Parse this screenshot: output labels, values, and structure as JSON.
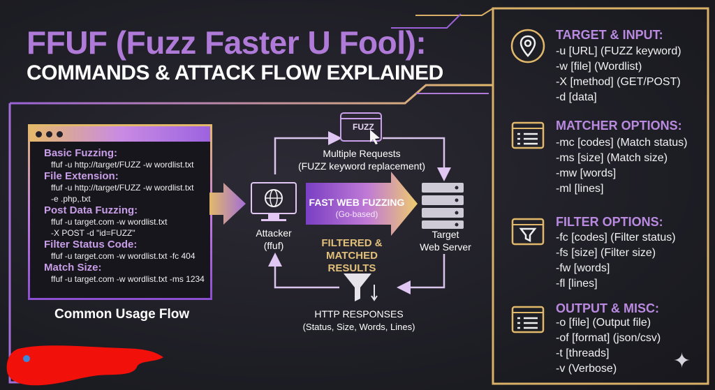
{
  "title": {
    "line1": "FFUF (Fuzz Faster U Fool):",
    "line2": "COMMANDS & ATTACK FLOW EXPLAINED"
  },
  "terminal": {
    "sections": [
      {
        "label": "Basic Fuzzing:",
        "commands": [
          "ffuf -u http://target/FUZZ -w wordlist.txt"
        ]
      },
      {
        "label": "File Extension:",
        "commands": [
          "ffuf -u http://target/FUZZ -w wordlist.txt",
          "-e .php,.txt"
        ]
      },
      {
        "label": "Post Data Fuzzing:",
        "commands": [
          "ffuf -u target.com -w wordlist.txt",
          "-X POST -d \"id=FUZZ\""
        ]
      },
      {
        "label": "Filter Status Code:",
        "commands": [
          "ffuf -u target.com -w wordlist.txt -fc 404"
        ]
      },
      {
        "label": "Match Size:",
        "commands": [
          "ffuf -u target.com -w wordlist.txt -ms 1234"
        ]
      }
    ],
    "caption": "Common Usage Flow"
  },
  "flow": {
    "fuzz_badge": "FUZZ",
    "requests_line1": "Multiple Requests",
    "requests_line2": "(FUZZ keyword replacement)",
    "attacker_line1": "Attacker",
    "attacker_line2": "(ffuf)",
    "fast_line1": "FAST WEB FUZZING",
    "fast_line2": "(Go-based)",
    "target_line1": "Target",
    "target_line2": "Web Server",
    "filtered_line1": "FILTERED &",
    "filtered_line2": "MATCHED RESULTS",
    "responses_line1": "HTTP RESPONSES",
    "responses_line2": "(Status, Size, Words, Lines)"
  },
  "options": [
    {
      "title": "TARGET & INPUT:",
      "icon": "location-pin-icon",
      "lines": [
        "-u [URL] (FUZZ keyword)",
        "-w [file] (Wordlist)",
        "-X [method] (GET/POST)",
        "-d [data]"
      ]
    },
    {
      "title": "MATCHER OPTIONS:",
      "icon": "checklist-icon",
      "lines": [
        "-mc [codes] (Match status)",
        "-ms [size] (Match size)",
        "-mw [words]",
        "-ml [lines]"
      ]
    },
    {
      "title": "FILTER OPTIONS:",
      "icon": "filter-icon",
      "lines": [
        "-fc [codes] (Filter status)",
        "-fs [size] (Filter size)",
        "-fw [words]",
        "-fl [lines]"
      ]
    },
    {
      "title": "OUTPUT & MISC:",
      "icon": "list-window-icon",
      "lines": [
        "-o [file] (Output file)",
        "-of [format] (json/csv)",
        "-t [threads]",
        "-v (Verbose)"
      ]
    }
  ],
  "colors": {
    "accent_purple": "#b07ad8",
    "accent_gold": "#e2b96a",
    "background": "#1f1f27"
  }
}
